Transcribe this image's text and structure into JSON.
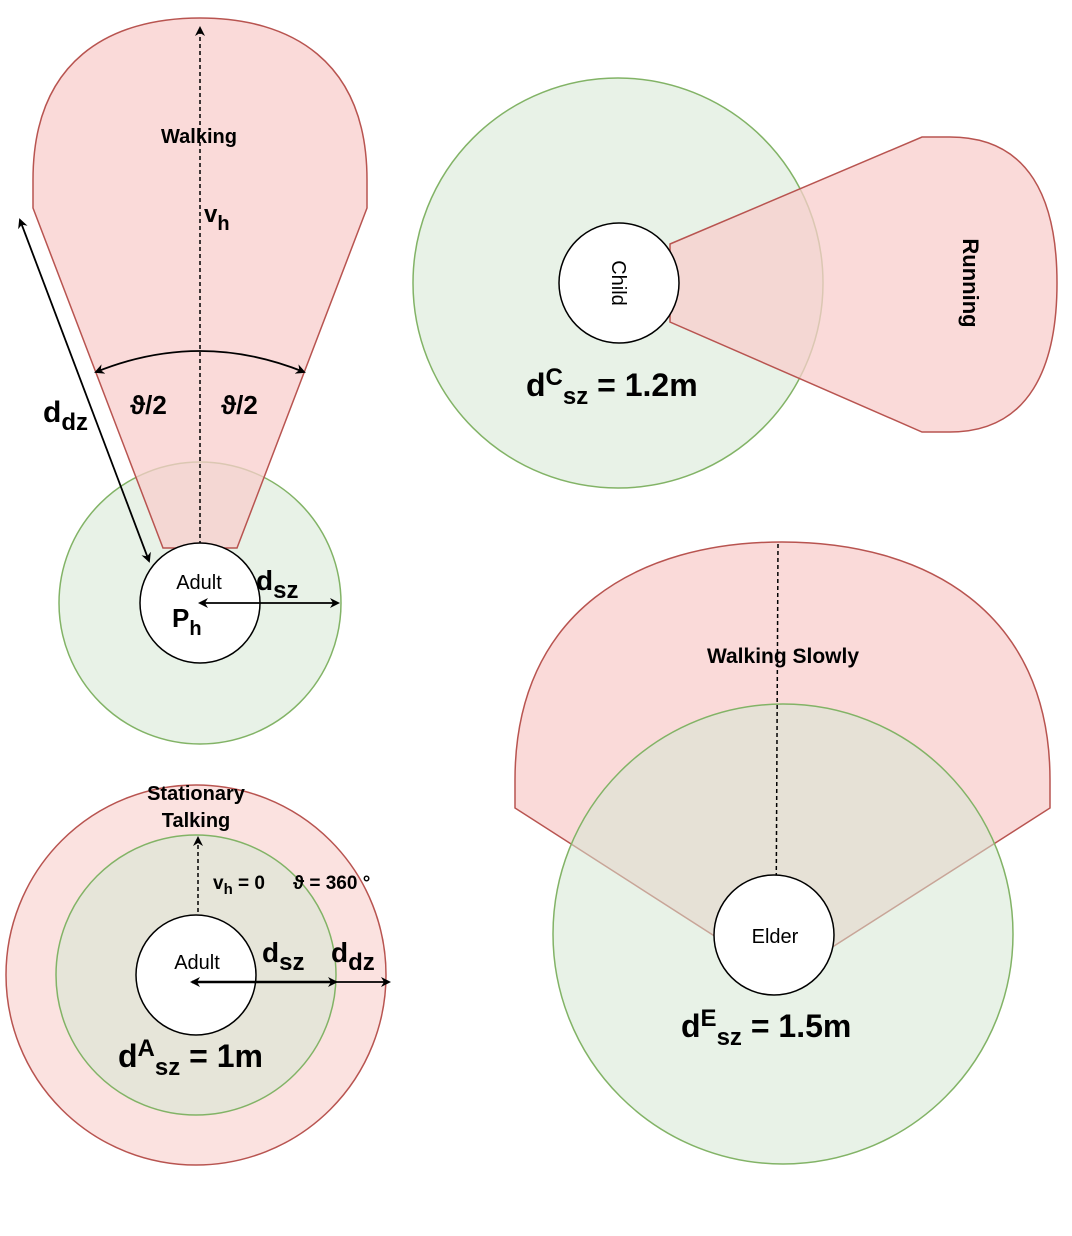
{
  "scenarios": {
    "walking": {
      "label": "Walking",
      "velocity_symbol": "v",
      "velocity_sub": "h",
      "angle_left": "ϑ/2",
      "angle_right": "ϑ/2",
      "danger_symbol": "d",
      "danger_sub": "dz",
      "safety_symbol": "d",
      "safety_sub": "sz",
      "person": "Adult",
      "position_symbol": "P",
      "position_sub": "h"
    },
    "running": {
      "label": "Running",
      "person": "Child",
      "distance_main": "d",
      "distance_sup": "C",
      "distance_sub": "sz",
      "distance_value": " = 1.2m"
    },
    "stationary": {
      "label_line1": "Stationary",
      "label_line2": "Talking",
      "velocity_main": "v",
      "velocity_sub": "h",
      "velocity_value": " = 0",
      "angle_text": "ϑ = 360 °",
      "person": "Adult",
      "safety_symbol": "d",
      "safety_sub": "sz",
      "danger_symbol": "d",
      "danger_sub": "dz",
      "distance_main": "d",
      "distance_sup": "A",
      "distance_sub": "sz",
      "distance_value": " = 1m"
    },
    "walking_slowly": {
      "label": "Walking Slowly",
      "person": "Elder",
      "distance_main": "d",
      "distance_sup": "E",
      "distance_sub": "sz",
      "distance_value": " = 1.5m"
    }
  },
  "colors": {
    "safety_zone": "#d5e8d4",
    "danger_zone": "#f8cecc",
    "safety_border": "#82b366",
    "danger_border": "#b85450"
  }
}
